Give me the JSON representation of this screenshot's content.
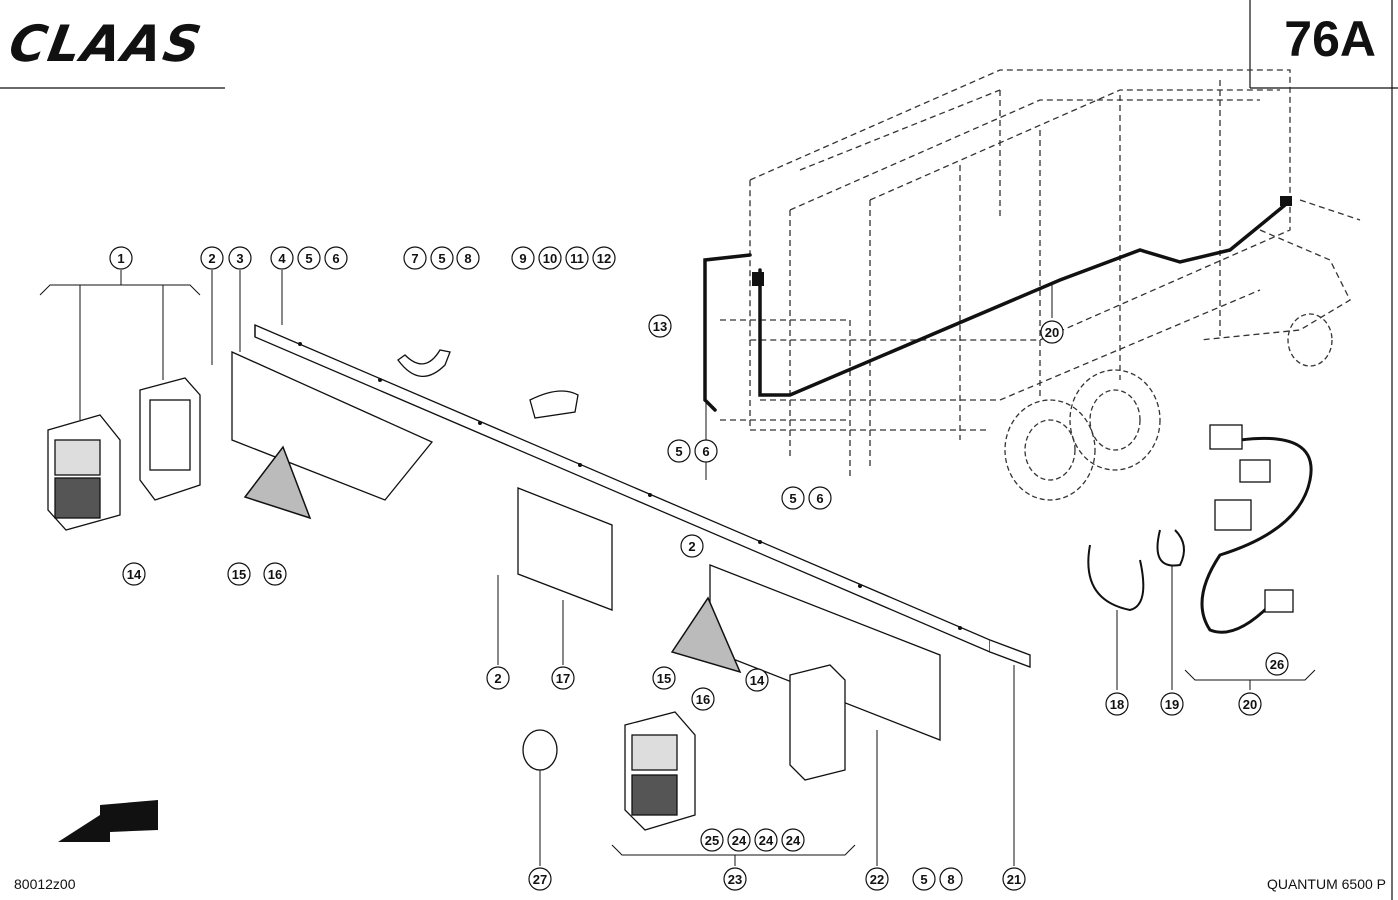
{
  "header": {
    "brand": "CLAAS",
    "page_number": "76A"
  },
  "footer": {
    "drawing_number": "80012z00",
    "model": "QUANTUM 6500 P"
  },
  "callouts": [
    {
      "label": "1"
    },
    {
      "label": "2"
    },
    {
      "label": "3"
    },
    {
      "label": "4"
    },
    {
      "label": "5"
    },
    {
      "label": "6"
    },
    {
      "label": "7"
    },
    {
      "label": "5"
    },
    {
      "label": "8"
    },
    {
      "label": "9"
    },
    {
      "label": "10"
    },
    {
      "label": "11"
    },
    {
      "label": "12"
    },
    {
      "label": "13"
    },
    {
      "label": "20"
    },
    {
      "label": "5"
    },
    {
      "label": "6"
    },
    {
      "label": "5"
    },
    {
      "label": "6"
    },
    {
      "label": "14"
    },
    {
      "label": "15"
    },
    {
      "label": "16"
    },
    {
      "label": "2"
    },
    {
      "label": "2"
    },
    {
      "label": "17"
    },
    {
      "label": "15"
    },
    {
      "label": "16"
    },
    {
      "label": "14"
    },
    {
      "label": "18"
    },
    {
      "label": "19"
    },
    {
      "label": "20"
    },
    {
      "label": "26"
    },
    {
      "label": "27"
    },
    {
      "label": "25"
    },
    {
      "label": "24"
    },
    {
      "label": "24"
    },
    {
      "label": "24"
    },
    {
      "label": "23"
    },
    {
      "label": "22"
    },
    {
      "label": "5"
    },
    {
      "label": "8"
    },
    {
      "label": "21"
    }
  ]
}
